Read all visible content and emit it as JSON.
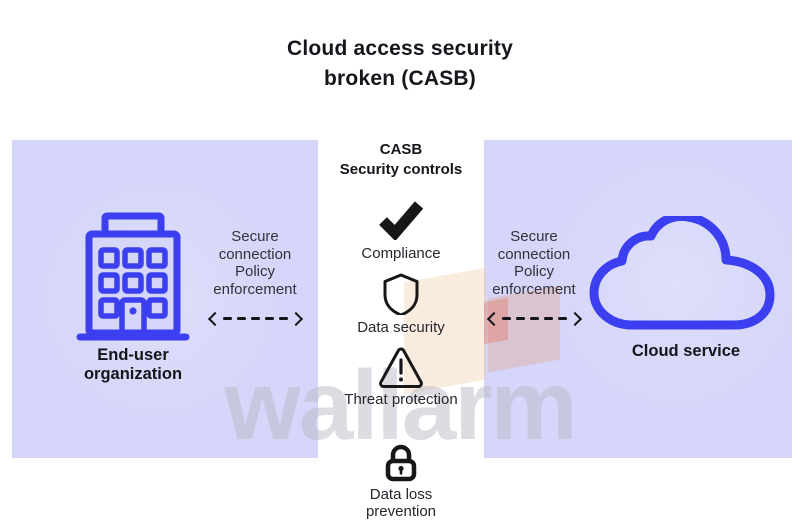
{
  "title": "Cloud access security\nbroken (CASB)",
  "center": {
    "heading": "CASB\nSecurity controls",
    "controls": [
      {
        "icon": "check-icon",
        "label": "Compliance"
      },
      {
        "icon": "shield-icon",
        "label": "Data security"
      },
      {
        "icon": "warning-icon",
        "label": "Threat protection"
      },
      {
        "icon": "lock-icon",
        "label": "Data loss\nprevention"
      }
    ]
  },
  "left_panel": {
    "label": "End-user\norganization",
    "icon": "building-icon"
  },
  "right_panel": {
    "label": "Cloud service",
    "icon": "cloud-icon"
  },
  "connections": {
    "left": "Secure\nconnection\nPolicy\nenforcement",
    "right": "Secure\nconnection\nPolicy\nenforcement"
  },
  "watermark": "wallarm",
  "colors": {
    "panel_bg": "#d5d6f9",
    "accent_blue": "#3b3ff0",
    "icon_black": "#171717",
    "text_dark": "#15151c",
    "watermark_gray": "#b9bac6",
    "watermark_peach": "#f3c5a0"
  }
}
